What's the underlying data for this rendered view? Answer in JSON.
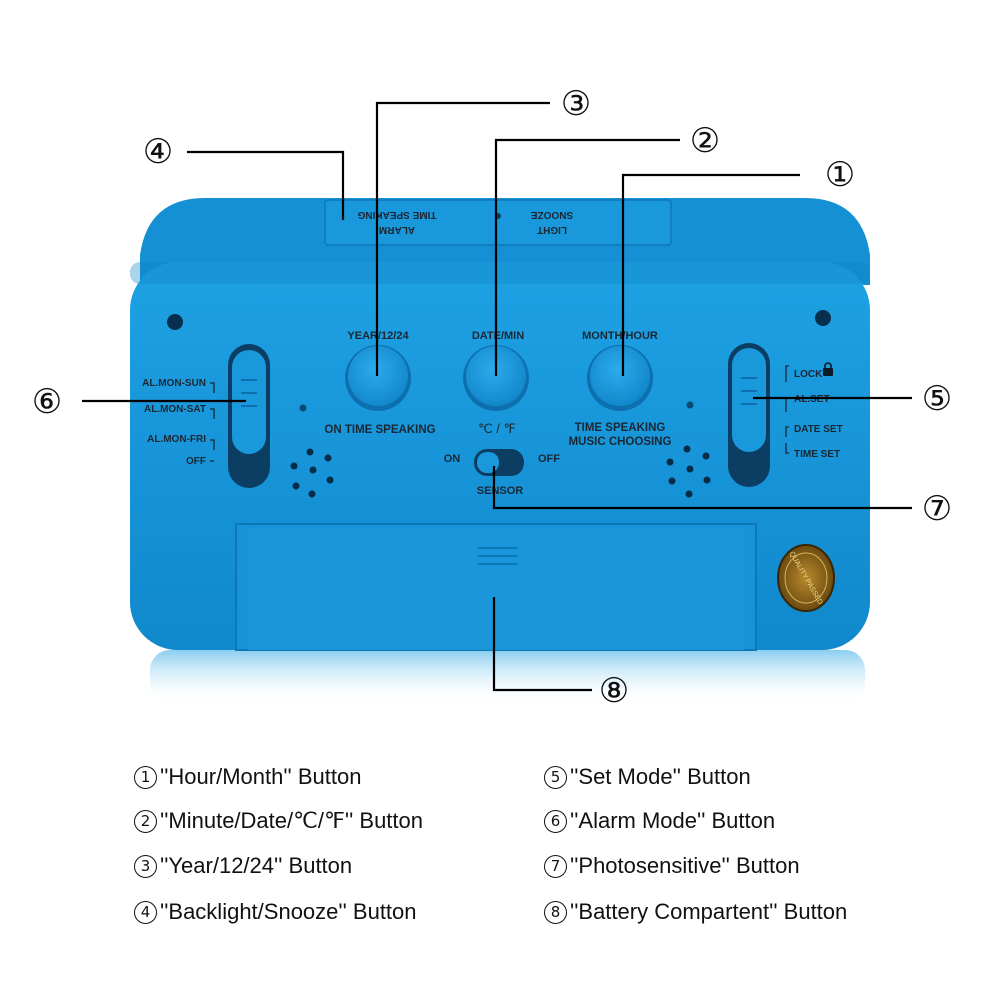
{
  "clock": {
    "top_button_line1": "ALARM",
    "top_button_line2": "TIME SPEAKING",
    "top_button_line3": "SNOOZE",
    "top_button_line4": "LIGHT",
    "button_left_label": "YEAR/12/24",
    "button_mid_label": "DATE/MIN",
    "button_right_label": "MONTH/HOUR",
    "left_caption": "ON TIME SPEAKING",
    "temp_caption": "℃ / ℉",
    "right_caption_line1": "TIME SPEAKING",
    "right_caption_line2": "MUSIC CHOOSING",
    "sensor_on": "ON",
    "sensor_off": "OFF",
    "sensor_label": "SENSOR",
    "alarm_switch": [
      "AL.MON-SUN",
      "AL.MON-SAT",
      "AL.MON-FRI",
      "OFF"
    ],
    "set_switch": [
      "LOCK",
      "AL.SET",
      "DATE SET",
      "TIME SET"
    ],
    "badge_text": "QUALITY PASSED",
    "body_color": "#1593d6",
    "accent_color": "#1a98dc"
  },
  "callouts": [
    "①",
    "②",
    "③",
    "④",
    "⑤",
    "⑥",
    "⑦",
    "⑧"
  ],
  "legend": {
    "left": [
      {
        "num": "1",
        "text": "''Hour/Month'' Button"
      },
      {
        "num": "2",
        "text": "''Minute/Date/℃/℉'' Button"
      },
      {
        "num": "3",
        "text": "''Year/12/24'' Button"
      },
      {
        "num": "4",
        "text": "''Backlight/Snooze'' Button"
      }
    ],
    "right": [
      {
        "num": "5",
        "text": "''Set Mode'' Button"
      },
      {
        "num": "6",
        "text": "''Alarm Mode'' Button"
      },
      {
        "num": "7",
        "text": "''Photosensitive'' Button"
      },
      {
        "num": "8",
        "text": "''Battery Compartent'' Button"
      }
    ]
  }
}
